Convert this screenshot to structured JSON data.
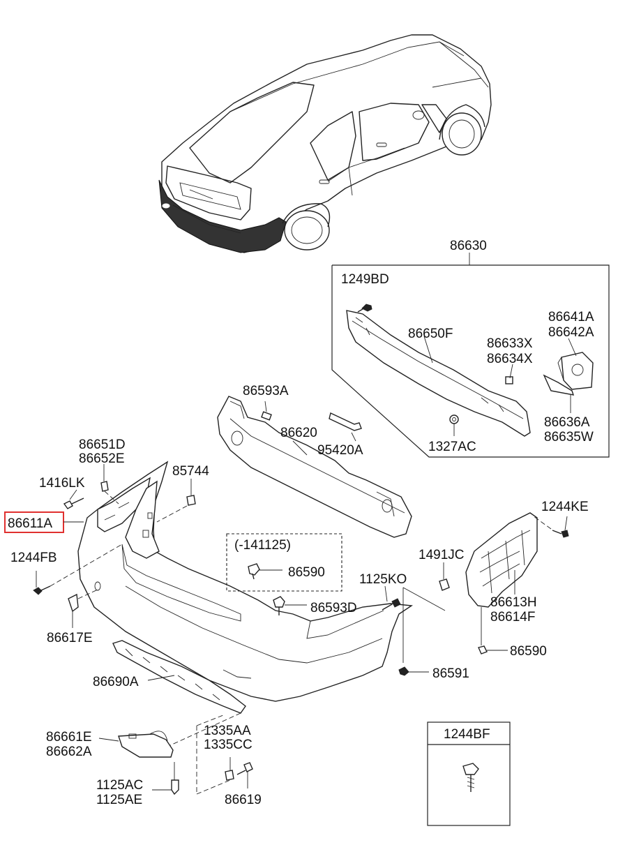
{
  "labels": {
    "p86630": "86630",
    "p1249BD": "1249BD",
    "p86641A": "86641A",
    "p86642A": "86642A",
    "p86650F": "86650F",
    "p86633X": "86633X",
    "p86634X": "86634X",
    "p86593A": "86593A",
    "p86620": "86620",
    "p95420A": "95420A",
    "p1327AC": "1327AC",
    "p86636A": "86636A",
    "p86635W": "86635W",
    "p86651D": "86651D",
    "p86652E": "86652E",
    "p85744": "85744",
    "p1416LK": "1416LK",
    "p86611A": "86611A",
    "p1244KE": "1244KE",
    "p141125": "(-141125)",
    "p86590a": "86590",
    "p1244FB": "1244FB",
    "p1491JC": "1491JC",
    "p1125KO": "1125KO",
    "p86593D": "86593D",
    "p86613H": "86613H",
    "p86614F": "86614F",
    "p86617E": "86617E",
    "p86590b": "86590",
    "p86591": "86591",
    "p86690A": "86690A",
    "p86661E": "86661E",
    "p86662A": "86662A",
    "p1335AA": "1335AA",
    "p1335CC": "1335CC",
    "p1244BF": "1244BF",
    "p1125AC": "1125AC",
    "p1125AE": "1125AE",
    "p86619": "86619"
  },
  "highlight_color": "#e0302f"
}
